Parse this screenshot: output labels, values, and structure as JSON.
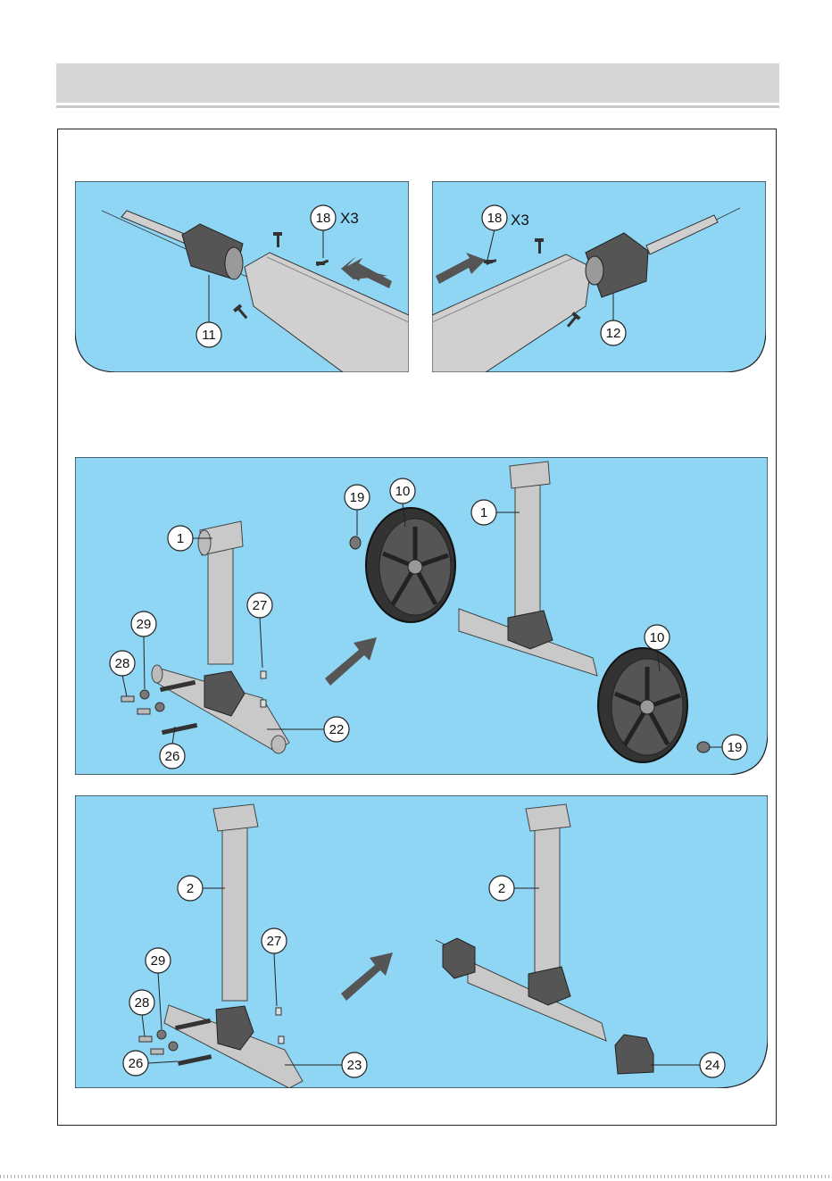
{
  "colors": {
    "panel": "#8fd6f5",
    "part": "#c9c9c9",
    "dark": "#444444"
  },
  "step1_left": {
    "part": "11",
    "screw": "18",
    "multiplier": "X3"
  },
  "step1_right": {
    "part": "12",
    "screw": "18",
    "multiplier": "X3"
  },
  "step2_left": {
    "post": "1",
    "cap": "27",
    "washer": "29",
    "bolt": "28",
    "rod": "26",
    "tube": "22"
  },
  "step2_right": {
    "washer_left": "19",
    "wheel_left": "10",
    "post": "1",
    "wheel_right": "10",
    "washer_right": "19"
  },
  "step3_left": {
    "post": "2",
    "cap": "27",
    "washer": "29",
    "bolt": "28",
    "rod": "26",
    "tube": "23"
  },
  "step3_right": {
    "post": "2",
    "end_cap": "24"
  }
}
